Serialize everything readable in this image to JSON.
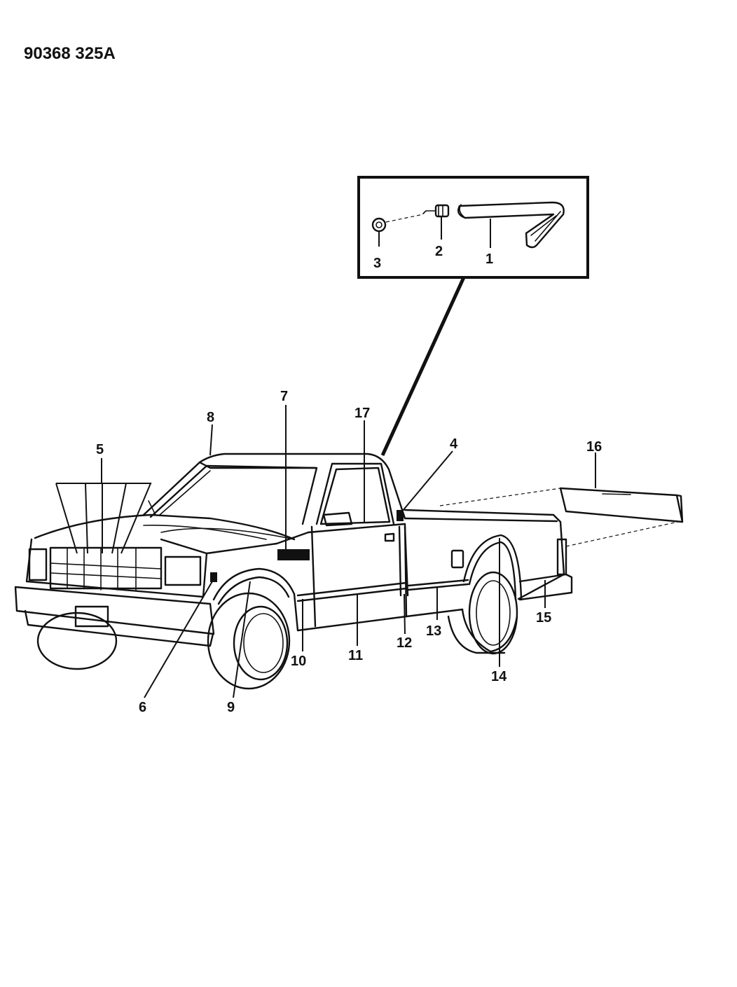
{
  "diagram": {
    "code": "90368 325A",
    "callouts": [
      "1",
      "2",
      "3",
      "4",
      "5",
      "6",
      "7",
      "8",
      "9",
      "10",
      "11",
      "12",
      "13",
      "14",
      "15",
      "16",
      "17"
    ]
  }
}
